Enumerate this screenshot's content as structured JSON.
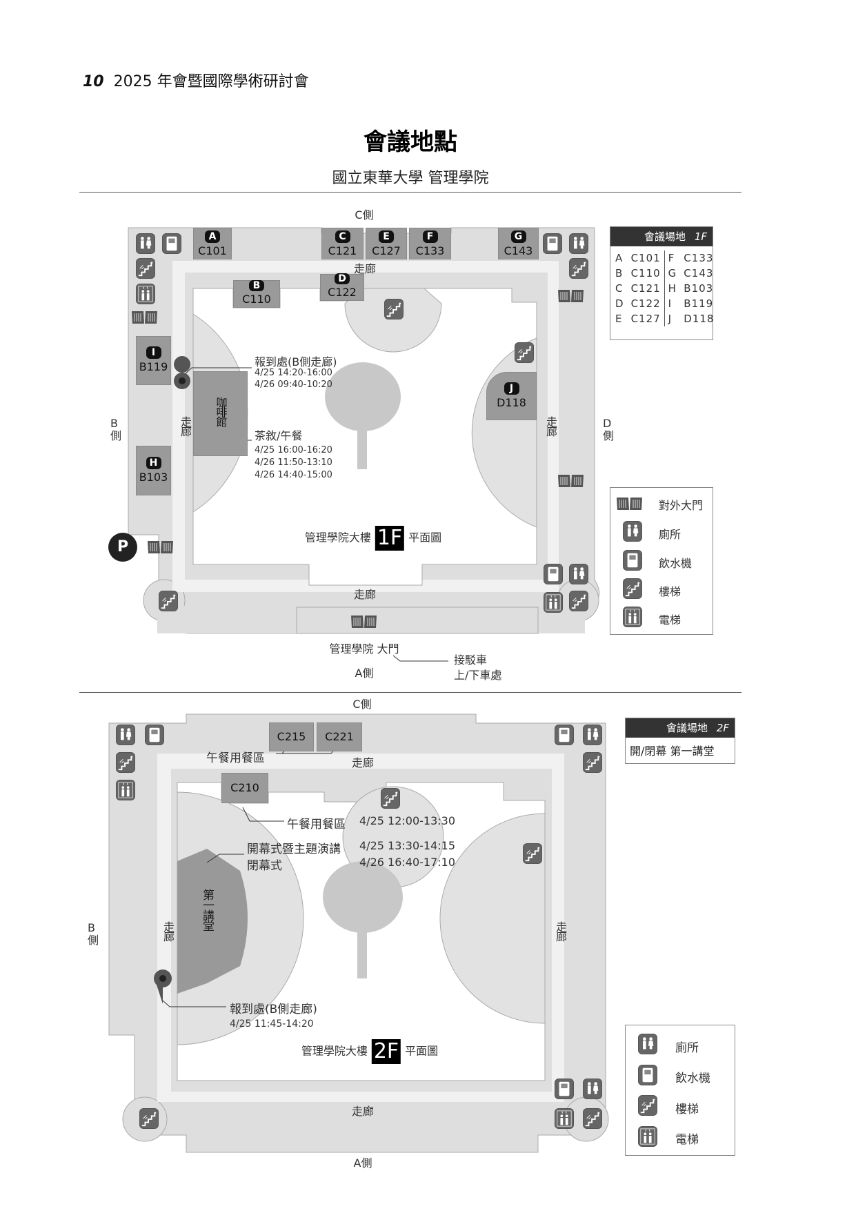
{
  "header": {
    "page_number": "10",
    "running_title": "2025 年會暨國際學術研討會"
  },
  "title": "會議地點",
  "subtitle": "國立東華大學  管理學院",
  "floor1": {
    "sides": {
      "c": "C側",
      "b": "B側",
      "d": "D側",
      "a": "A側"
    },
    "corridor": "走廊",
    "rooms": [
      {
        "letter": "A",
        "code": "C101"
      },
      {
        "letter": "B",
        "code": "C110"
      },
      {
        "letter": "C",
        "code": "C121"
      },
      {
        "letter": "D",
        "code": "C122"
      },
      {
        "letter": "E",
        "code": "C127"
      },
      {
        "letter": "F",
        "code": "C133"
      },
      {
        "letter": "G",
        "code": "C143"
      },
      {
        "letter": "H",
        "code": "B103"
      },
      {
        "letter": "I",
        "code": "B119"
      },
      {
        "letter": "J",
        "code": "D118"
      }
    ],
    "cafe": "咖啡館",
    "checkin": {
      "label": "報到處(B側走廊)",
      "times": [
        "4/25 14:20-16:00",
        "4/26 09:40-10:20"
      ]
    },
    "tea": {
      "label": "茶敘/午餐",
      "times": [
        "4/25 16:00-16:20",
        "4/26 11:50-13:10",
        "4/26 14:40-15:00"
      ]
    },
    "plan": {
      "prefix": "管理學院大樓",
      "floor": "1F",
      "suffix": "平面圖"
    },
    "main_gate": "管理學院 大門",
    "shuttle": [
      "接駁車",
      "上/下車處"
    ],
    "parking": "P",
    "venue_legend": {
      "title": "會議場地",
      "floor": "1F",
      "left": [
        [
          "A",
          "C101"
        ],
        [
          "B",
          "C110"
        ],
        [
          "C",
          "C121"
        ],
        [
          "D",
          "C122"
        ],
        [
          "E",
          "C127"
        ]
      ],
      "right": [
        [
          "F",
          "C133"
        ],
        [
          "G",
          "C143"
        ],
        [
          "H",
          "B103"
        ],
        [
          "I",
          "B119"
        ],
        [
          "J",
          "D118"
        ]
      ]
    },
    "icon_legend": [
      "對外大門",
      "廁所",
      "飲水機",
      "樓梯",
      "電梯"
    ]
  },
  "floor2": {
    "sides": {
      "c": "C側",
      "b": "B側",
      "a": "A側"
    },
    "corridor": "走廊",
    "rooms": [
      "C215",
      "C221",
      "C210"
    ],
    "lunch_area": "午餐用餐區",
    "auditorium": "第一講堂",
    "lunch": {
      "label": "午餐用餐區",
      "time": "4/25 12:00-13:30"
    },
    "opening": {
      "label": "開幕式暨主題演講",
      "time": "4/25 13:30-14:15"
    },
    "closing": {
      "label": "閉幕式",
      "time": "4/26 16:40-17:10"
    },
    "checkin": {
      "label": "報到處(B側走廊)",
      "time": "4/25 11:45-14:20"
    },
    "plan": {
      "prefix": "管理學院大樓",
      "floor": "2F",
      "suffix": "平面圖"
    },
    "venue_legend": {
      "title": "會議場地",
      "floor": "2F",
      "value": "開/閉幕 第一講堂"
    },
    "icon_legend": [
      "廁所",
      "飲水機",
      "樓梯",
      "電梯"
    ]
  }
}
